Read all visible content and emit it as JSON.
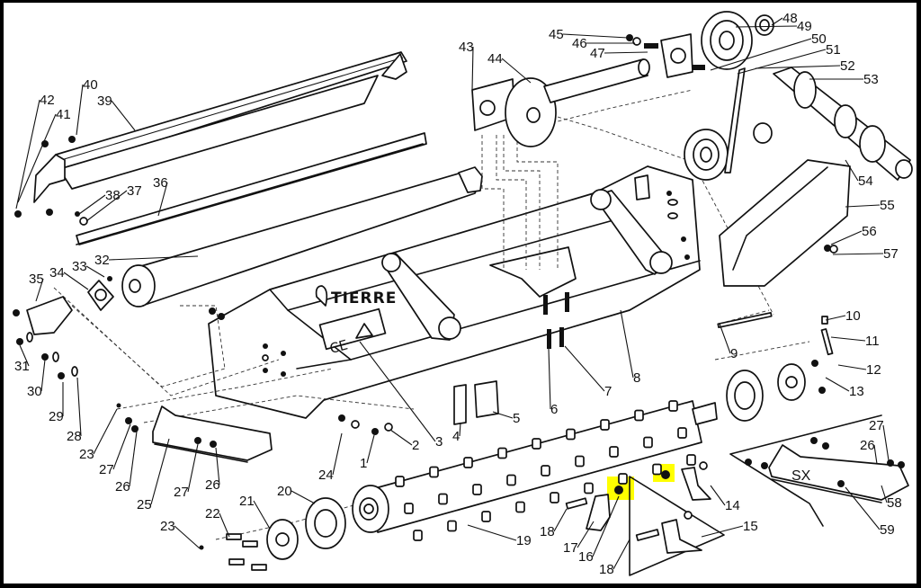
{
  "diagram": {
    "title": "Exploded parts view – flail mower",
    "brand_logo_text": "TIERRE",
    "ce_mark": "CE",
    "warning_symbol": "⚠",
    "side_marker": "SX",
    "highlight_color": "#FFFF00",
    "line_color": "#111111",
    "background_color": "#FFFFFF",
    "highlighted_parts": [
      "16",
      "14"
    ],
    "callouts": [
      {
        "id": "c1",
        "text": "1"
      },
      {
        "id": "c2",
        "text": "2"
      },
      {
        "id": "c3",
        "text": "3"
      },
      {
        "id": "c4",
        "text": "4"
      },
      {
        "id": "c5",
        "text": "5"
      },
      {
        "id": "c6",
        "text": "6"
      },
      {
        "id": "c7",
        "text": "7"
      },
      {
        "id": "c8",
        "text": "8"
      },
      {
        "id": "c9",
        "text": "9"
      },
      {
        "id": "c10",
        "text": "10"
      },
      {
        "id": "c11",
        "text": "11"
      },
      {
        "id": "c12",
        "text": "12"
      },
      {
        "id": "c13",
        "text": "13"
      },
      {
        "id": "c14",
        "text": "14"
      },
      {
        "id": "c15",
        "text": "15"
      },
      {
        "id": "c16",
        "text": "16"
      },
      {
        "id": "c17",
        "text": "17"
      },
      {
        "id": "c18a",
        "text": "18"
      },
      {
        "id": "c18b",
        "text": "18"
      },
      {
        "id": "c19",
        "text": "19"
      },
      {
        "id": "c20",
        "text": "20"
      },
      {
        "id": "c21",
        "text": "21"
      },
      {
        "id": "c22",
        "text": "22"
      },
      {
        "id": "c23a",
        "text": "23"
      },
      {
        "id": "c23b",
        "text": "23"
      },
      {
        "id": "c24",
        "text": "24"
      },
      {
        "id": "c25",
        "text": "25"
      },
      {
        "id": "c26a",
        "text": "26"
      },
      {
        "id": "c26b",
        "text": "26"
      },
      {
        "id": "c26c",
        "text": "26"
      },
      {
        "id": "c27a",
        "text": "27"
      },
      {
        "id": "c27b",
        "text": "27"
      },
      {
        "id": "c27c",
        "text": "27"
      },
      {
        "id": "c28",
        "text": "28"
      },
      {
        "id": "c29",
        "text": "29"
      },
      {
        "id": "c30",
        "text": "30"
      },
      {
        "id": "c31",
        "text": "31"
      },
      {
        "id": "c32",
        "text": "32"
      },
      {
        "id": "c33",
        "text": "33"
      },
      {
        "id": "c34",
        "text": "34"
      },
      {
        "id": "c35",
        "text": "35"
      },
      {
        "id": "c36",
        "text": "36"
      },
      {
        "id": "c37",
        "text": "37"
      },
      {
        "id": "c38",
        "text": "38"
      },
      {
        "id": "c39",
        "text": "39"
      },
      {
        "id": "c40",
        "text": "40"
      },
      {
        "id": "c41",
        "text": "41"
      },
      {
        "id": "c42",
        "text": "42"
      },
      {
        "id": "c43",
        "text": "43"
      },
      {
        "id": "c44",
        "text": "44"
      },
      {
        "id": "c45",
        "text": "45"
      },
      {
        "id": "c46",
        "text": "46"
      },
      {
        "id": "c47",
        "text": "47"
      },
      {
        "id": "c48",
        "text": "48"
      },
      {
        "id": "c49",
        "text": "49"
      },
      {
        "id": "c50",
        "text": "50"
      },
      {
        "id": "c51",
        "text": "51"
      },
      {
        "id": "c52",
        "text": "52"
      },
      {
        "id": "c53",
        "text": "53"
      },
      {
        "id": "c54",
        "text": "54"
      },
      {
        "id": "c55",
        "text": "55"
      },
      {
        "id": "c56",
        "text": "56"
      },
      {
        "id": "c57",
        "text": "57"
      },
      {
        "id": "c58",
        "text": "58"
      },
      {
        "id": "c59",
        "text": "59"
      }
    ]
  }
}
